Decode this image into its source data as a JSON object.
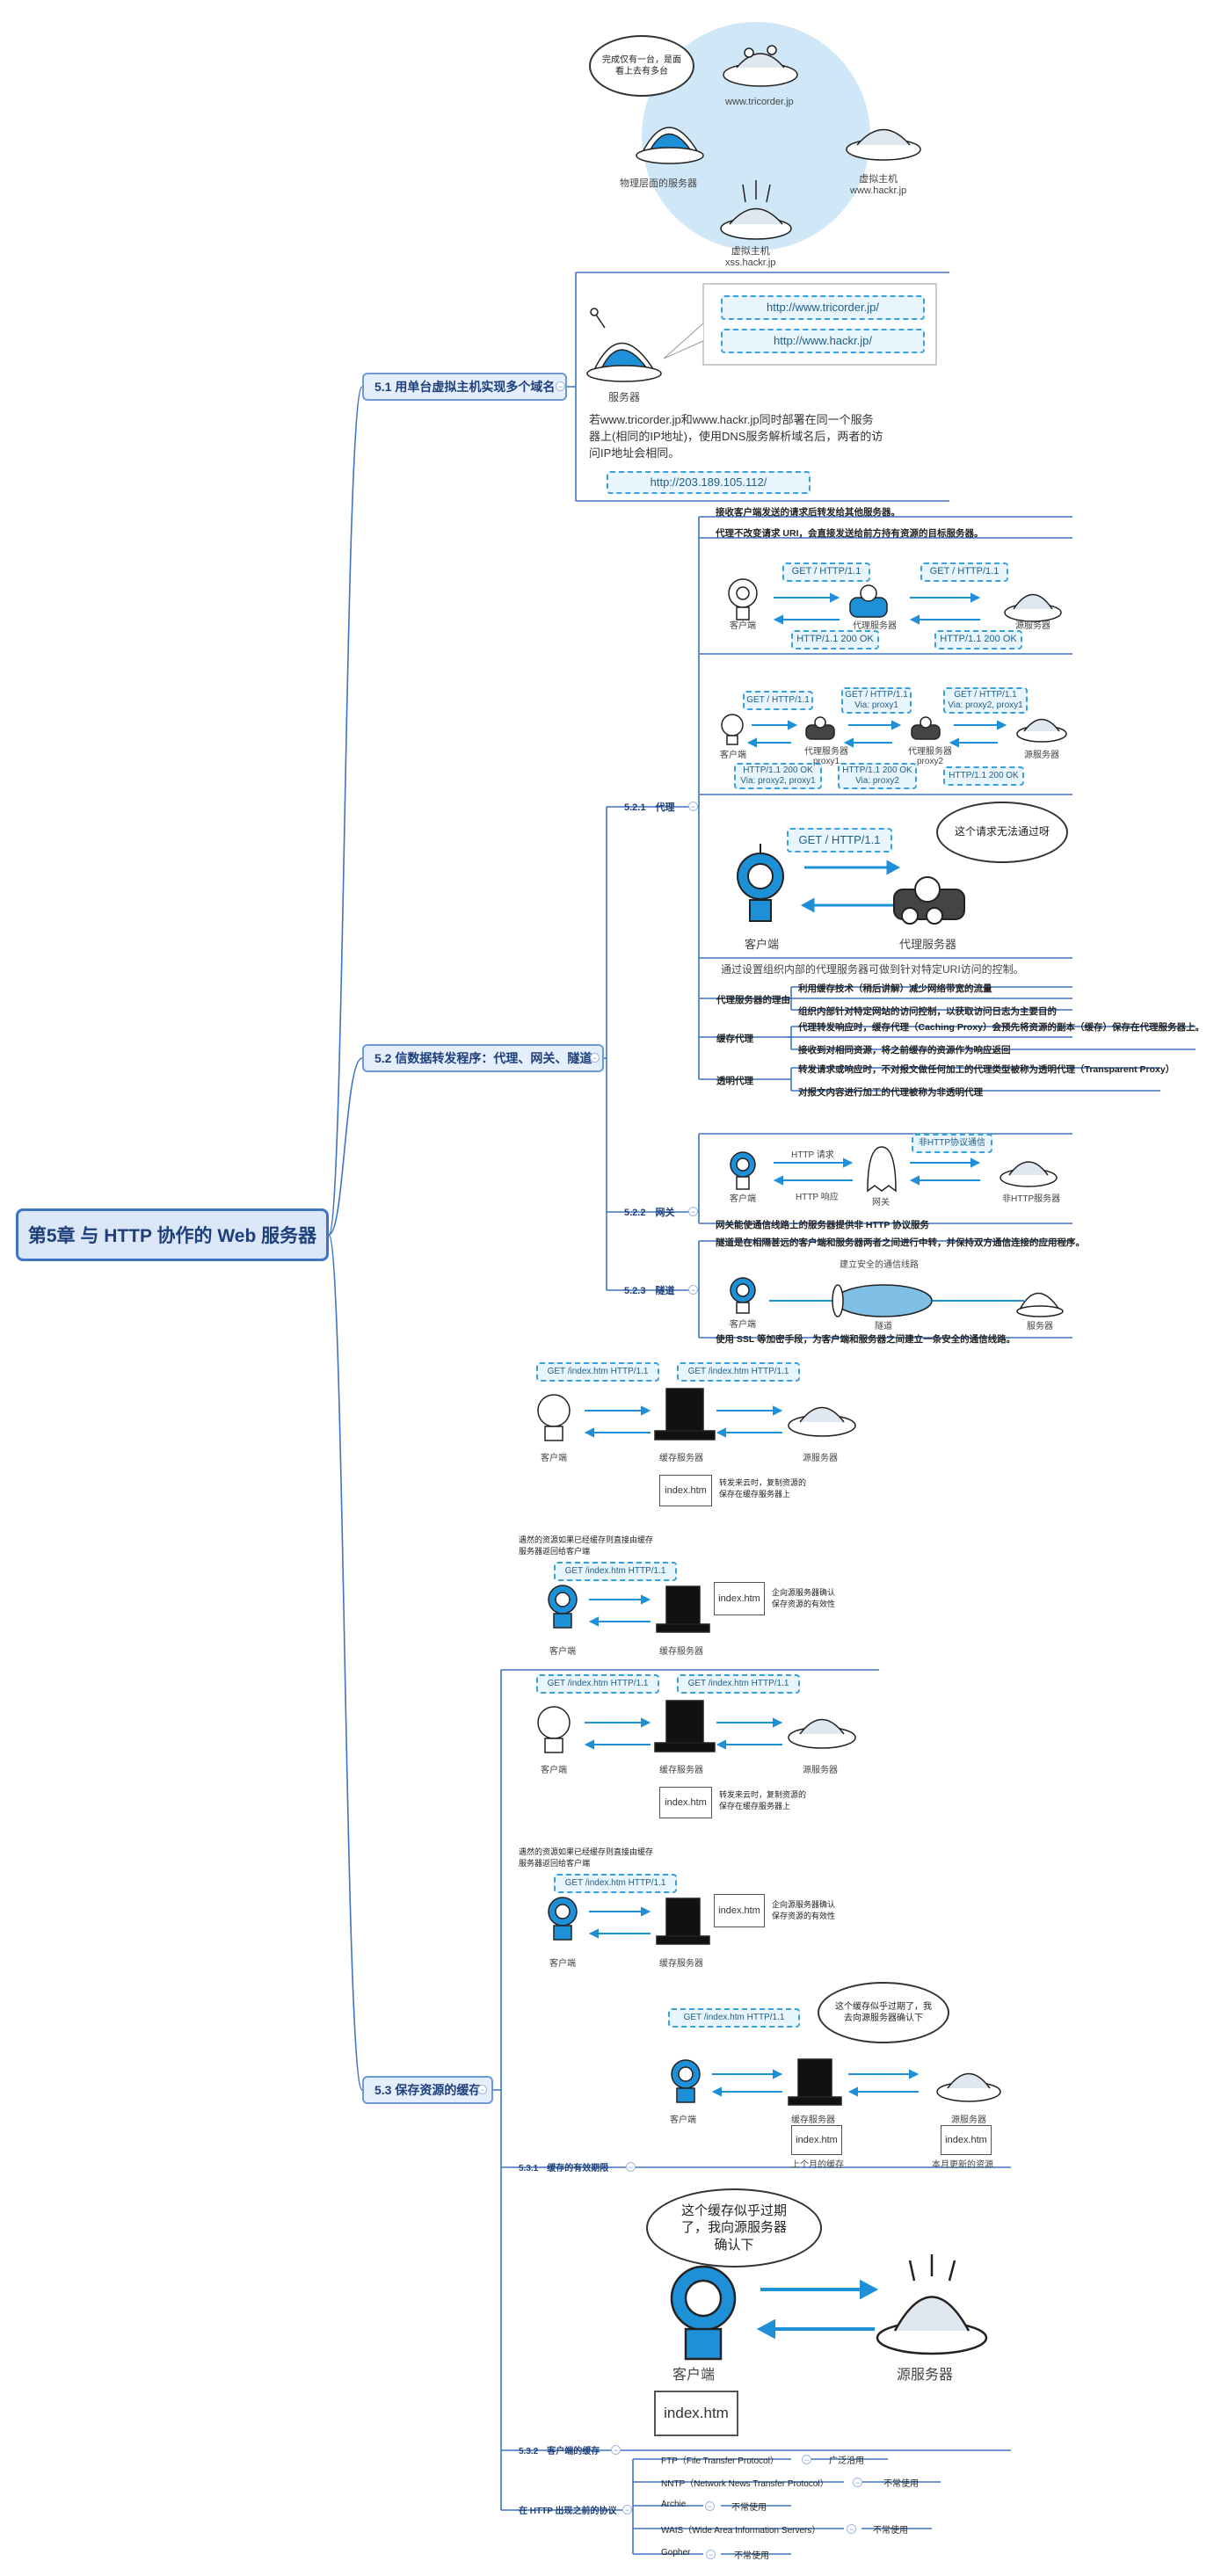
{
  "root": {
    "title": "第5章 与 HTTP 协作的 Web 服务器"
  },
  "colors": {
    "line": "#3f74c2",
    "accent": "#1e90d8",
    "node_fill": "#e5eefb",
    "diagram_bg": "#cfe7f6"
  },
  "hosting": {
    "bubble": "完成仅有一台，是面\n看上去有多台",
    "www_tricorder": "www.tricorder.jp",
    "physical": "物理层面的服务器",
    "vhost1": "虚拟主机\nwww.hackr.jp",
    "vhost2": "虚拟主机\nxss.hackr.jp"
  },
  "s51": {
    "label": "5.1 用单台虚拟主机实现多个域名",
    "url1": "http://www.tricorder.jp/",
    "url2": "http://www.hackr.jp/",
    "server": "服务器",
    "body": "若www.tricorder.jp和www.hackr.jp同时部署在同一个服务\n器上(相同的IP地址)，使用DNS服务解析域名后，两者的访\n问IP地址会相同。",
    "ip": "http://203.189.105.112/"
  },
  "s52": {
    "label": "5.2 信数据转发程序：代理、网关、隧道",
    "proxy": {
      "label": "5.2.1　代理",
      "n1": "接收客户端发送的请求后转发给其他服务器。",
      "n2": "代理不改变请求 URI，会直接发送给前方持有资源的目标服务器。",
      "d1": {
        "req1": "GET / HTTP/1.1",
        "req2": "GET / HTTP/1.1",
        "res1": "HTTP/1.1 200 OK",
        "res2": "HTTP/1.1 200 OK",
        "client": "客户端",
        "proxy": "代理服务器",
        "origin": "源服务器"
      },
      "d2": {
        "req1": "GET / HTTP/1.1",
        "req2": "GET / HTTP/1.1\nVia: proxy1",
        "req3": "GET / HTTP/1.1\nVia: proxy2, proxy1",
        "res1": "HTTP/1.1 200 OK\nVia: proxy2, proxy1",
        "res2": "HTTP/1.1 200 OK\nVia: proxy2",
        "res3": "HTTP/1.1 200 OK",
        "client": "客户端",
        "proxy1": "代理服务器\nproxy1",
        "proxy2": "代理服务器\nproxy2",
        "origin": "源服务器"
      },
      "d3": {
        "req": "GET / HTTP/1.1",
        "bubble": "这个请求无法通过呀",
        "client": "客户端",
        "proxy": "代理服务器"
      },
      "access_text": "通过设置组织内部的代理服务器可做到针对特定URI访问的控制。",
      "reason": {
        "label": "代理服务器的理由",
        "items": [
          "利用缓存技术（稍后讲解）减少网络带宽的流量",
          "组织内部针对特定网站的访问控制，以获取访问日志为主要目的"
        ]
      },
      "cache_proxy": {
        "label": "缓存代理",
        "items": [
          "代理转发响应时，缓存代理（Caching Proxy）会预先将资源的副本（缓存）保存在代理服务器上。",
          "接收到对相同资源，将之前缓存的资源作为响应返回"
        ]
      },
      "transparent": {
        "label": "透明代理",
        "items": [
          "转发请求或响应时，不对报文做任何加工的代理类型被称为透明代理（Transparent Proxy）",
          "对报文内容进行加工的代理被称为非透明代理"
        ]
      }
    },
    "gateway": {
      "label": "5.2.2　网关",
      "http_req": "HTTP 请求",
      "http_res": "HTTP 响应",
      "non_http": "非HTTP协议通信",
      "client": "客户端",
      "gateway": "网关",
      "non_http_server": "非HTTP服务器",
      "note": "网关能使通信线路上的服务器提供非 HTTP 协议服务"
    },
    "tunnel": {
      "label": "5.2.3　隧道",
      "n1": "隧道是在相隔甚远的客户端和服务器两者之间进行中转，并保持双方通信连接的应用程序。",
      "secure": "建立安全的通信线路",
      "client": "客户端",
      "tunnel": "隧道",
      "server": "服务器",
      "n2": "使用 SSL 等加密手段，为客户端和服务器之间建立一条安全的通信线路。"
    }
  },
  "s53": {
    "label": "5.3 保存资源的缓存",
    "cache1": {
      "req1": "GET /index.htm HTTP/1.1",
      "req2": "GET /index.htm HTTP/1.1",
      "client": "客户端",
      "cache": "缓存服务器",
      "origin": "源服务器",
      "file": "index.htm",
      "note": "转发来云时，复制资源的\n保存在缓存服务器上"
    },
    "cache2": {
      "top": "遇然的资源如果已经缓存则直接由缓存\n服务器返回给客户端",
      "req": "GET /index.htm HTTP/1.1",
      "client": "客户端",
      "cache": "缓存服务器",
      "file": "index.htm",
      "note": "企向源服务器确认\n保存资源的有效性"
    },
    "validity": {
      "label": "5.3.1　缓存的有效期限",
      "req": "GET /index.htm HTTP/1.1",
      "bubble": "这个缓存似乎过期了，我\n去向源服务器确认下",
      "client": "客户端",
      "cache": "缓存服务器",
      "origin": "源服务器",
      "file1": "index.htm",
      "file2": "index.htm",
      "last_month": "上个月的缓存",
      "this_month": "本月更新的资源"
    },
    "client_cache": {
      "label": "5.3.2　客户端的缓存",
      "bubble": "这个缓存似乎过期\n了，我向源服务器\n确认下",
      "client": "客户端",
      "origin": "源服务器",
      "file": "index.htm"
    }
  },
  "protocols": {
    "label": "在 HTTP 出现之前的协议",
    "items": [
      {
        "name": "FTP（File Transfer Protocol）",
        "status": "广泛沿用"
      },
      {
        "name": "NNTP（Network News Transfer Protocol）",
        "status": "不常使用"
      },
      {
        "name": "Archie",
        "status": "不常使用"
      },
      {
        "name": "WAIS（Wide Area Information Servers）",
        "status": "不常使用"
      },
      {
        "name": "Gopher",
        "status": "不常使用"
      }
    ]
  }
}
